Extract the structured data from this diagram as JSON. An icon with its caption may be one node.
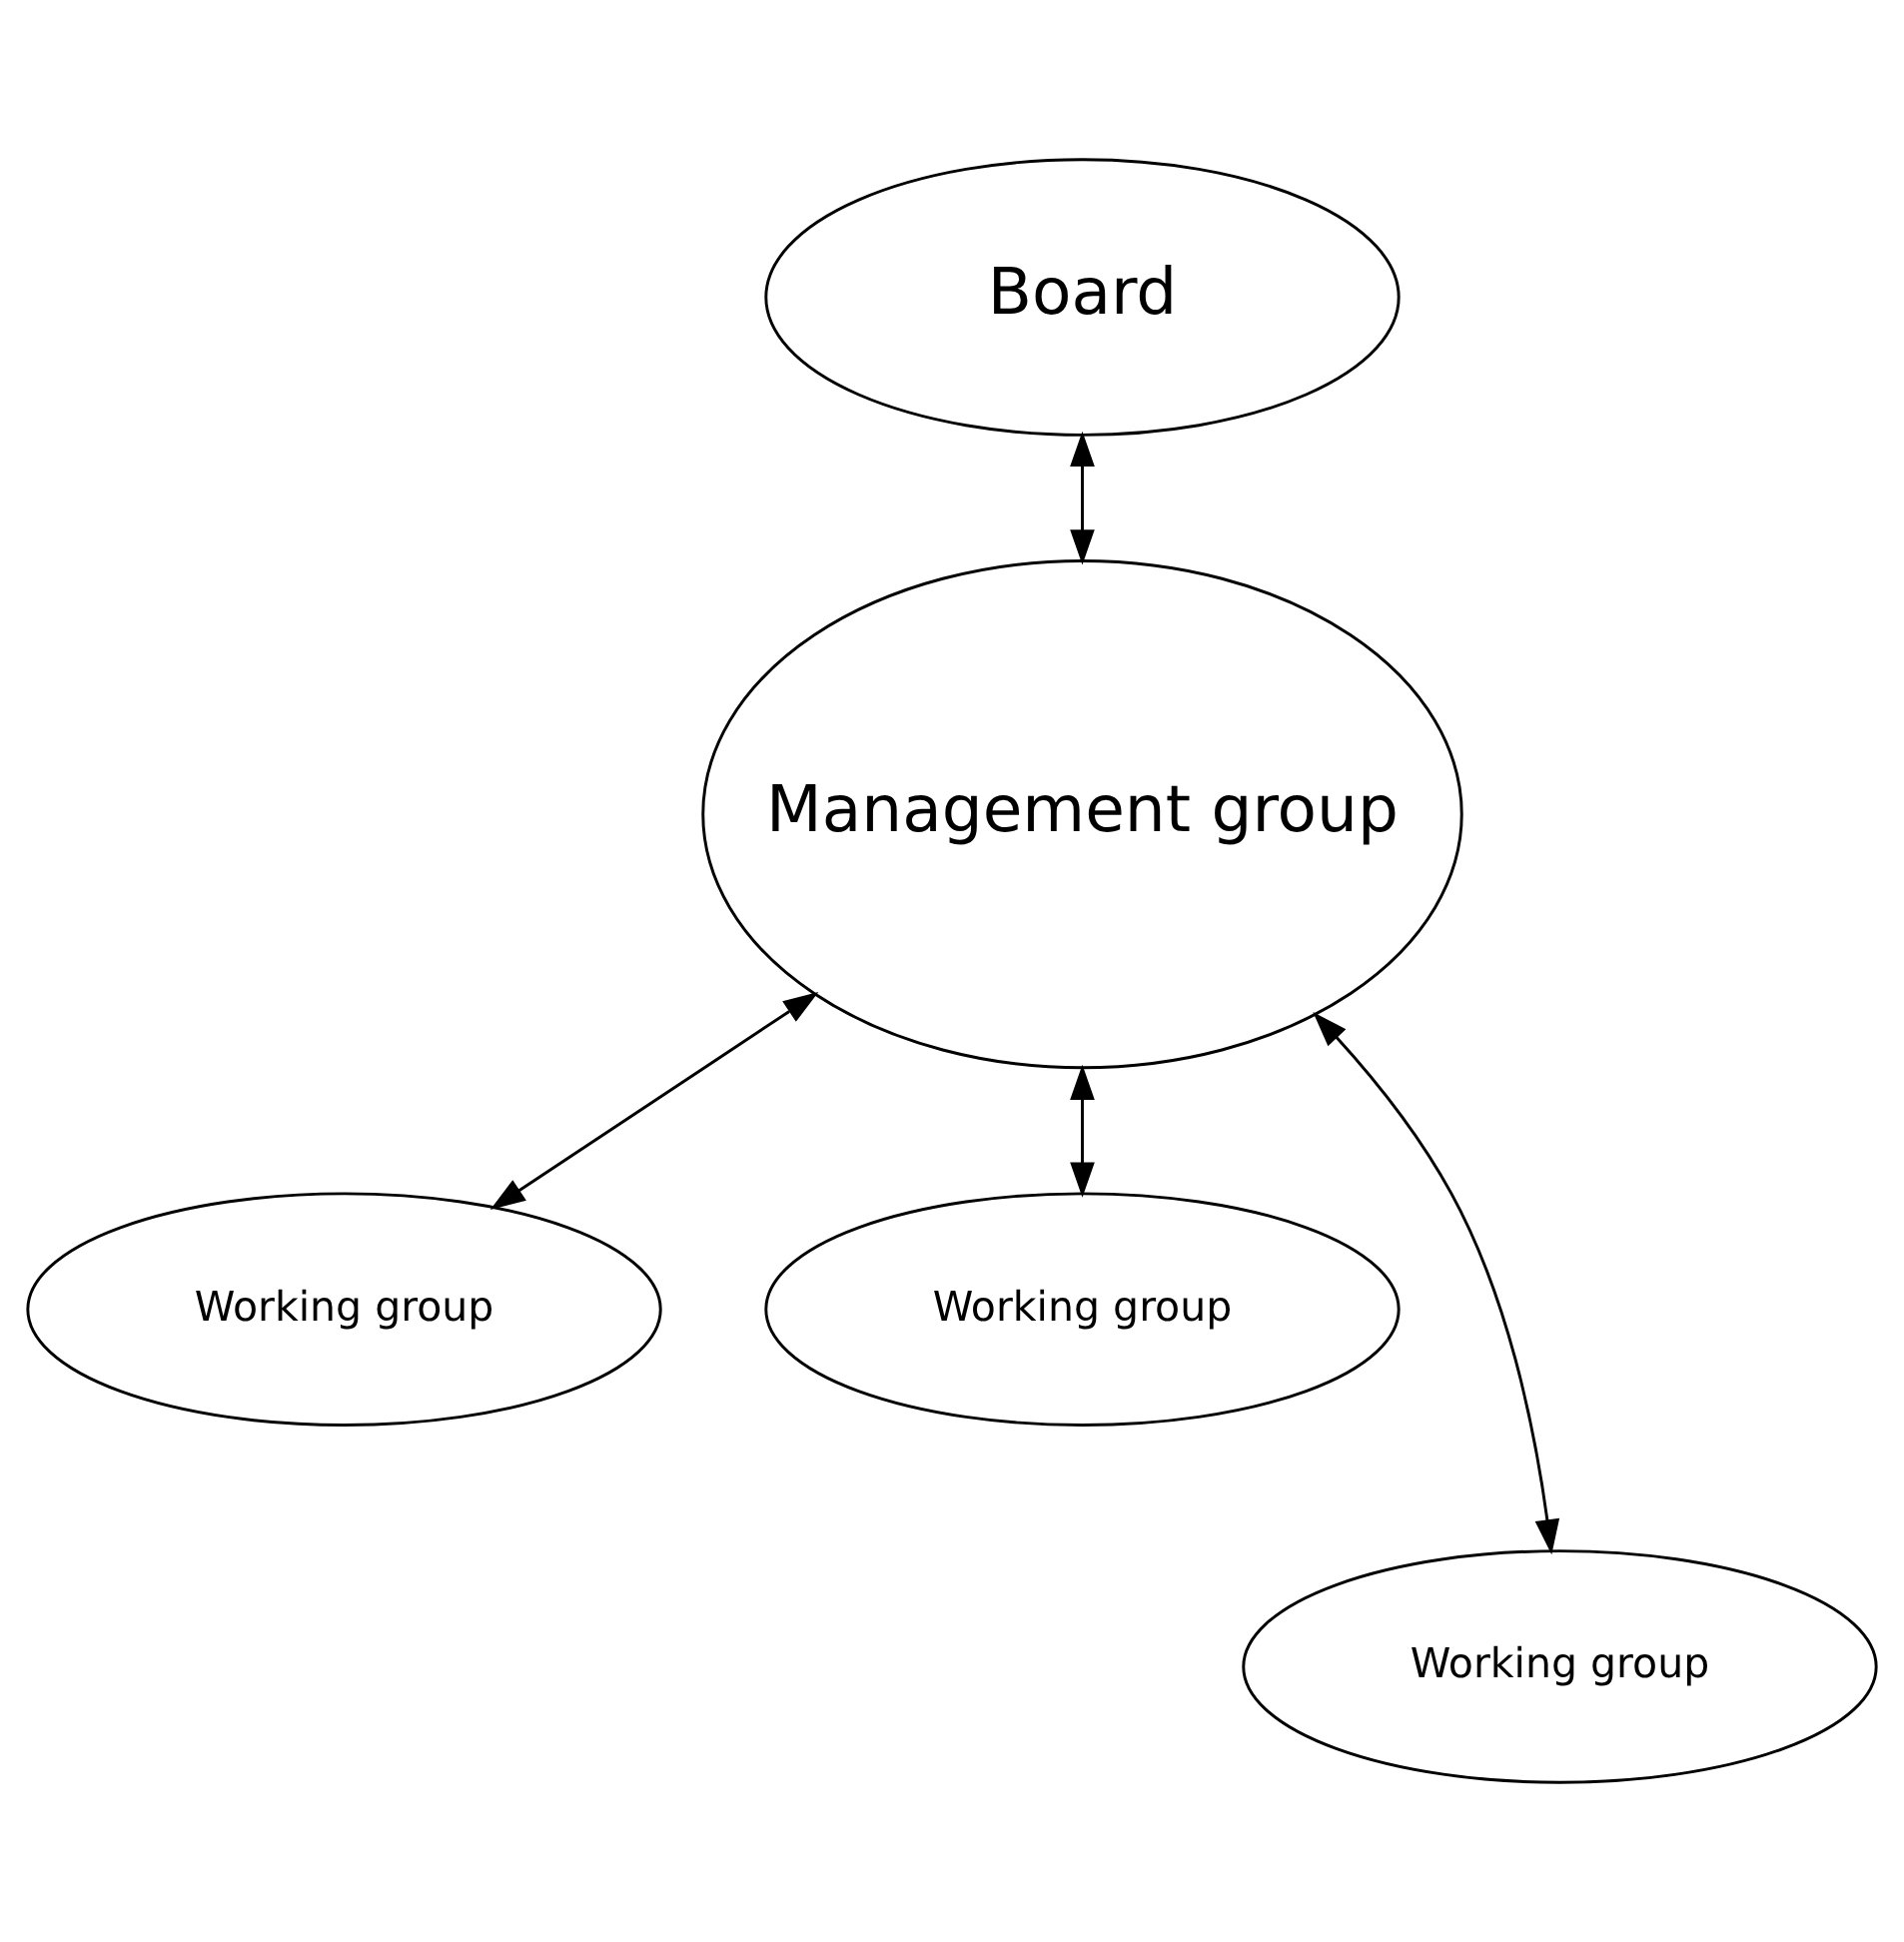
{
  "diagram": {
    "nodes": [
      {
        "text": [
          "Board"
        ]
      },
      {
        "text": [
          "Management group"
        ]
      },
      {
        "text": [
          "Working group"
        ]
      },
      {
        "text": [
          "Working group"
        ]
      },
      {
        "text": [
          "Working group"
        ]
      }
    ],
    "edges": [
      {
        "from": 0,
        "to": 1,
        "arrow": "both"
      },
      {
        "from": 1,
        "to": 2,
        "arrow": "both"
      },
      {
        "from": 1,
        "to": 4,
        "arrow": "both"
      },
      {
        "from": 1,
        "to": 3,
        "arrow": "both"
      }
    ]
  }
}
